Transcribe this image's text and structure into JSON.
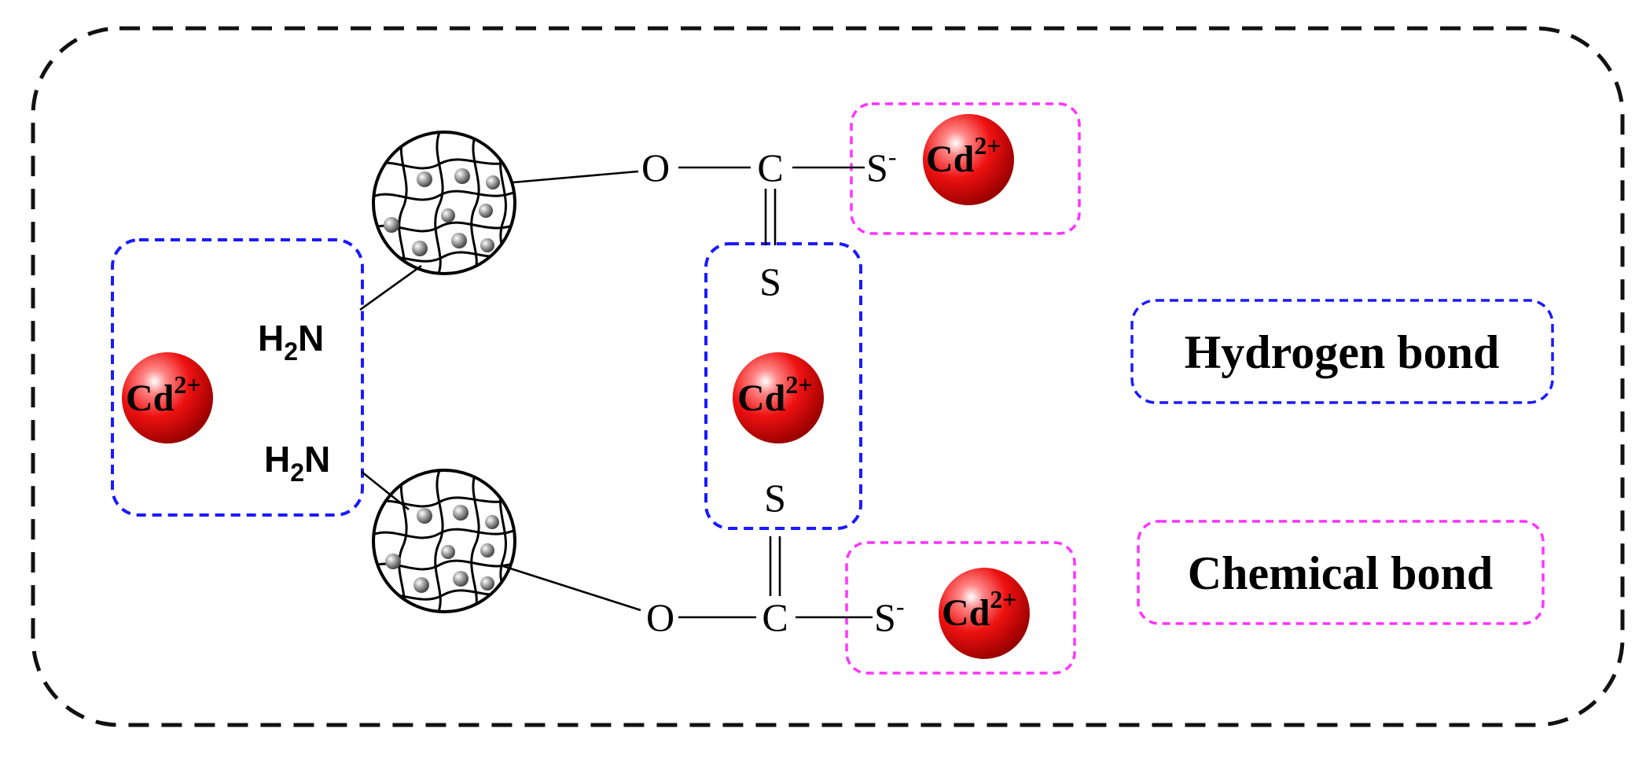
{
  "ions": {
    "charge": "2+",
    "element": "Cd"
  },
  "atoms": {
    "oxygen": "O",
    "carbon": "C",
    "sulfur": "S",
    "thiolate_charge": "-"
  },
  "amine": {
    "prefix": "H",
    "subscript": "2",
    "suffix": "N"
  },
  "legend": {
    "hydrogen_bond_label": "Hydrogen bond",
    "chemical_bond_label": "Chemical bond"
  },
  "colors": {
    "hydrogen_bond_box": "#1a1aff",
    "chemical_bond_box": "#ff33ff",
    "ion_sphere": "#ee1111",
    "outer_border": "#111111"
  }
}
